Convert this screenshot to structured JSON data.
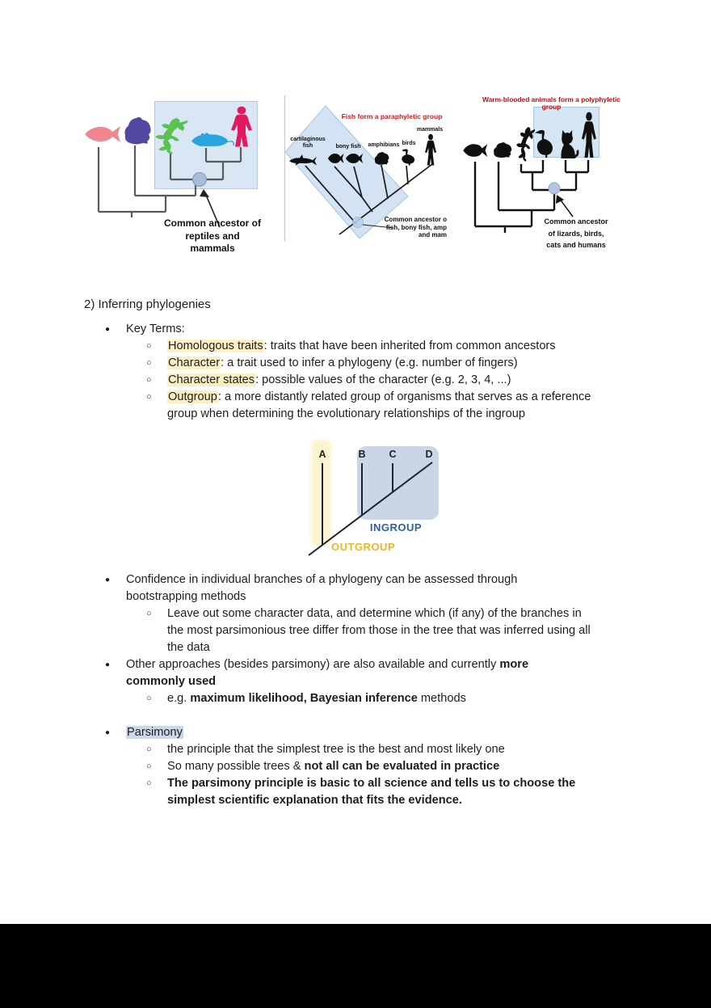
{
  "content": {
    "heading": "2) Inferring phylogenies",
    "key_terms_label": "Key Terms:",
    "kt": [
      {
        "term": "Homologous traits",
        "rest": ": traits that have been inherited from common ancestors"
      },
      {
        "term": "Character",
        "rest": ": a trait used to infer a phylogeny (e.g. number of fingers)"
      },
      {
        "term": "Character states",
        "rest": ": possible values of the character (e.g. 2, 3, 4, ...)"
      },
      {
        "term": "Outgroup",
        "rest_l1": ": a more distantly related group of organisms that serves as a reference",
        "rest_l2": "group when determining the evolutionary relationships of the ingroup"
      }
    ],
    "confidence": {
      "l1": "Confidence in individual branches of a phylogeny can be assessed through",
      "l2": "bootstrapping methods",
      "sub_l1": "Leave out some character data, and determine which (if any) of the branches in",
      "sub_l2": "the most parsimonious tree differ from those in the tree that was inferred using all",
      "sub_l3": "the data"
    },
    "other": {
      "l1_normal": "Other approaches (besides parsimony) are also available and currently ",
      "l1_bold": "more",
      "l2_bold": "commonly used",
      "sub_pre": "e.g. ",
      "sub_bold": "maximum likelihood, Bayesian inference",
      "sub_post": " methods"
    },
    "parsimony": {
      "term": "Parsimony",
      "s1": "the principle that the simplest tree is the best and most likely one",
      "s2_normal": "So many possible trees & ",
      "s2_bold": "not all can be evaluated in practice",
      "s3_l1": "The parsimony principle is basic to all science and tells us to choose the",
      "s3_l2": "simplest scientific explanation that fits the evidence."
    }
  },
  "figures": {
    "fig1": {
      "caption": "Common ancestor of reptiles and mammals",
      "animals": [
        "fish",
        "frog",
        "lizard",
        "mouse",
        "human"
      ],
      "colors": {
        "fish": "#ef8690",
        "frog": "#5348a1",
        "lizard": "#5bc150",
        "mouse": "#2ba3dc",
        "human": "#e31960",
        "box": "#d9e7f4",
        "line": "#5a5a5a",
        "node": "#a8bdd6"
      }
    },
    "fig2": {
      "title": "Fish form a paraphyletic group",
      "title_color": "#d51717",
      "labels": [
        "cartilaginous fish",
        "bony fish",
        "amphibians",
        "birds",
        "mammals"
      ],
      "caption_lines": [
        "Common ancestor o",
        "fish, bony fish, amp",
        "and mam"
      ]
    },
    "fig3": {
      "title": "Warm-blooded animals form a polyphyletic group",
      "title_color": "#b31217",
      "caption_lines": [
        "Common ancestor",
        "of lizards, birds,",
        "cats and humans"
      ]
    },
    "fig4": {
      "tips": [
        "A",
        "B",
        "C",
        "D"
      ],
      "ingroup_label": "INGROUP",
      "outgroup_label": "OUTGROUP",
      "ingroup_color": "#2e5fa3",
      "outgroup_color": "#e9b824"
    },
    "highlight_colors": {
      "yellow": "#fcefc1",
      "blue": "#ccd7e9"
    }
  }
}
